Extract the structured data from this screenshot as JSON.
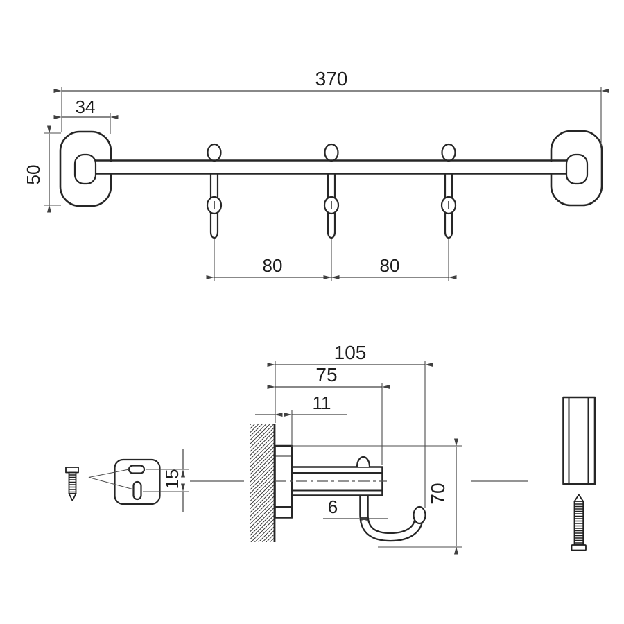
{
  "drawing": {
    "type": "technical-dimension-drawing",
    "subject": "wall-mounted 3-hook towel rail with mounting hardware",
    "colors": {
      "background": "#ffffff",
      "outline": "#262626",
      "dimension_lines": "#404040",
      "label_text": "#1c1c1c"
    },
    "front_view": {
      "dim_total_width": "370",
      "dim_endcap_width": "34",
      "dim_endcap_height": "50",
      "dim_hook_spacing_left": "80",
      "dim_hook_spacing_right": "80"
    },
    "side_view": {
      "dim_total_depth": "105",
      "dim_bar_depth": "75",
      "dim_plate_thickness": "11",
      "dim_slot_spacing": "15",
      "dim_hook_wire_diameter": "6",
      "dim_total_height": "70"
    }
  }
}
